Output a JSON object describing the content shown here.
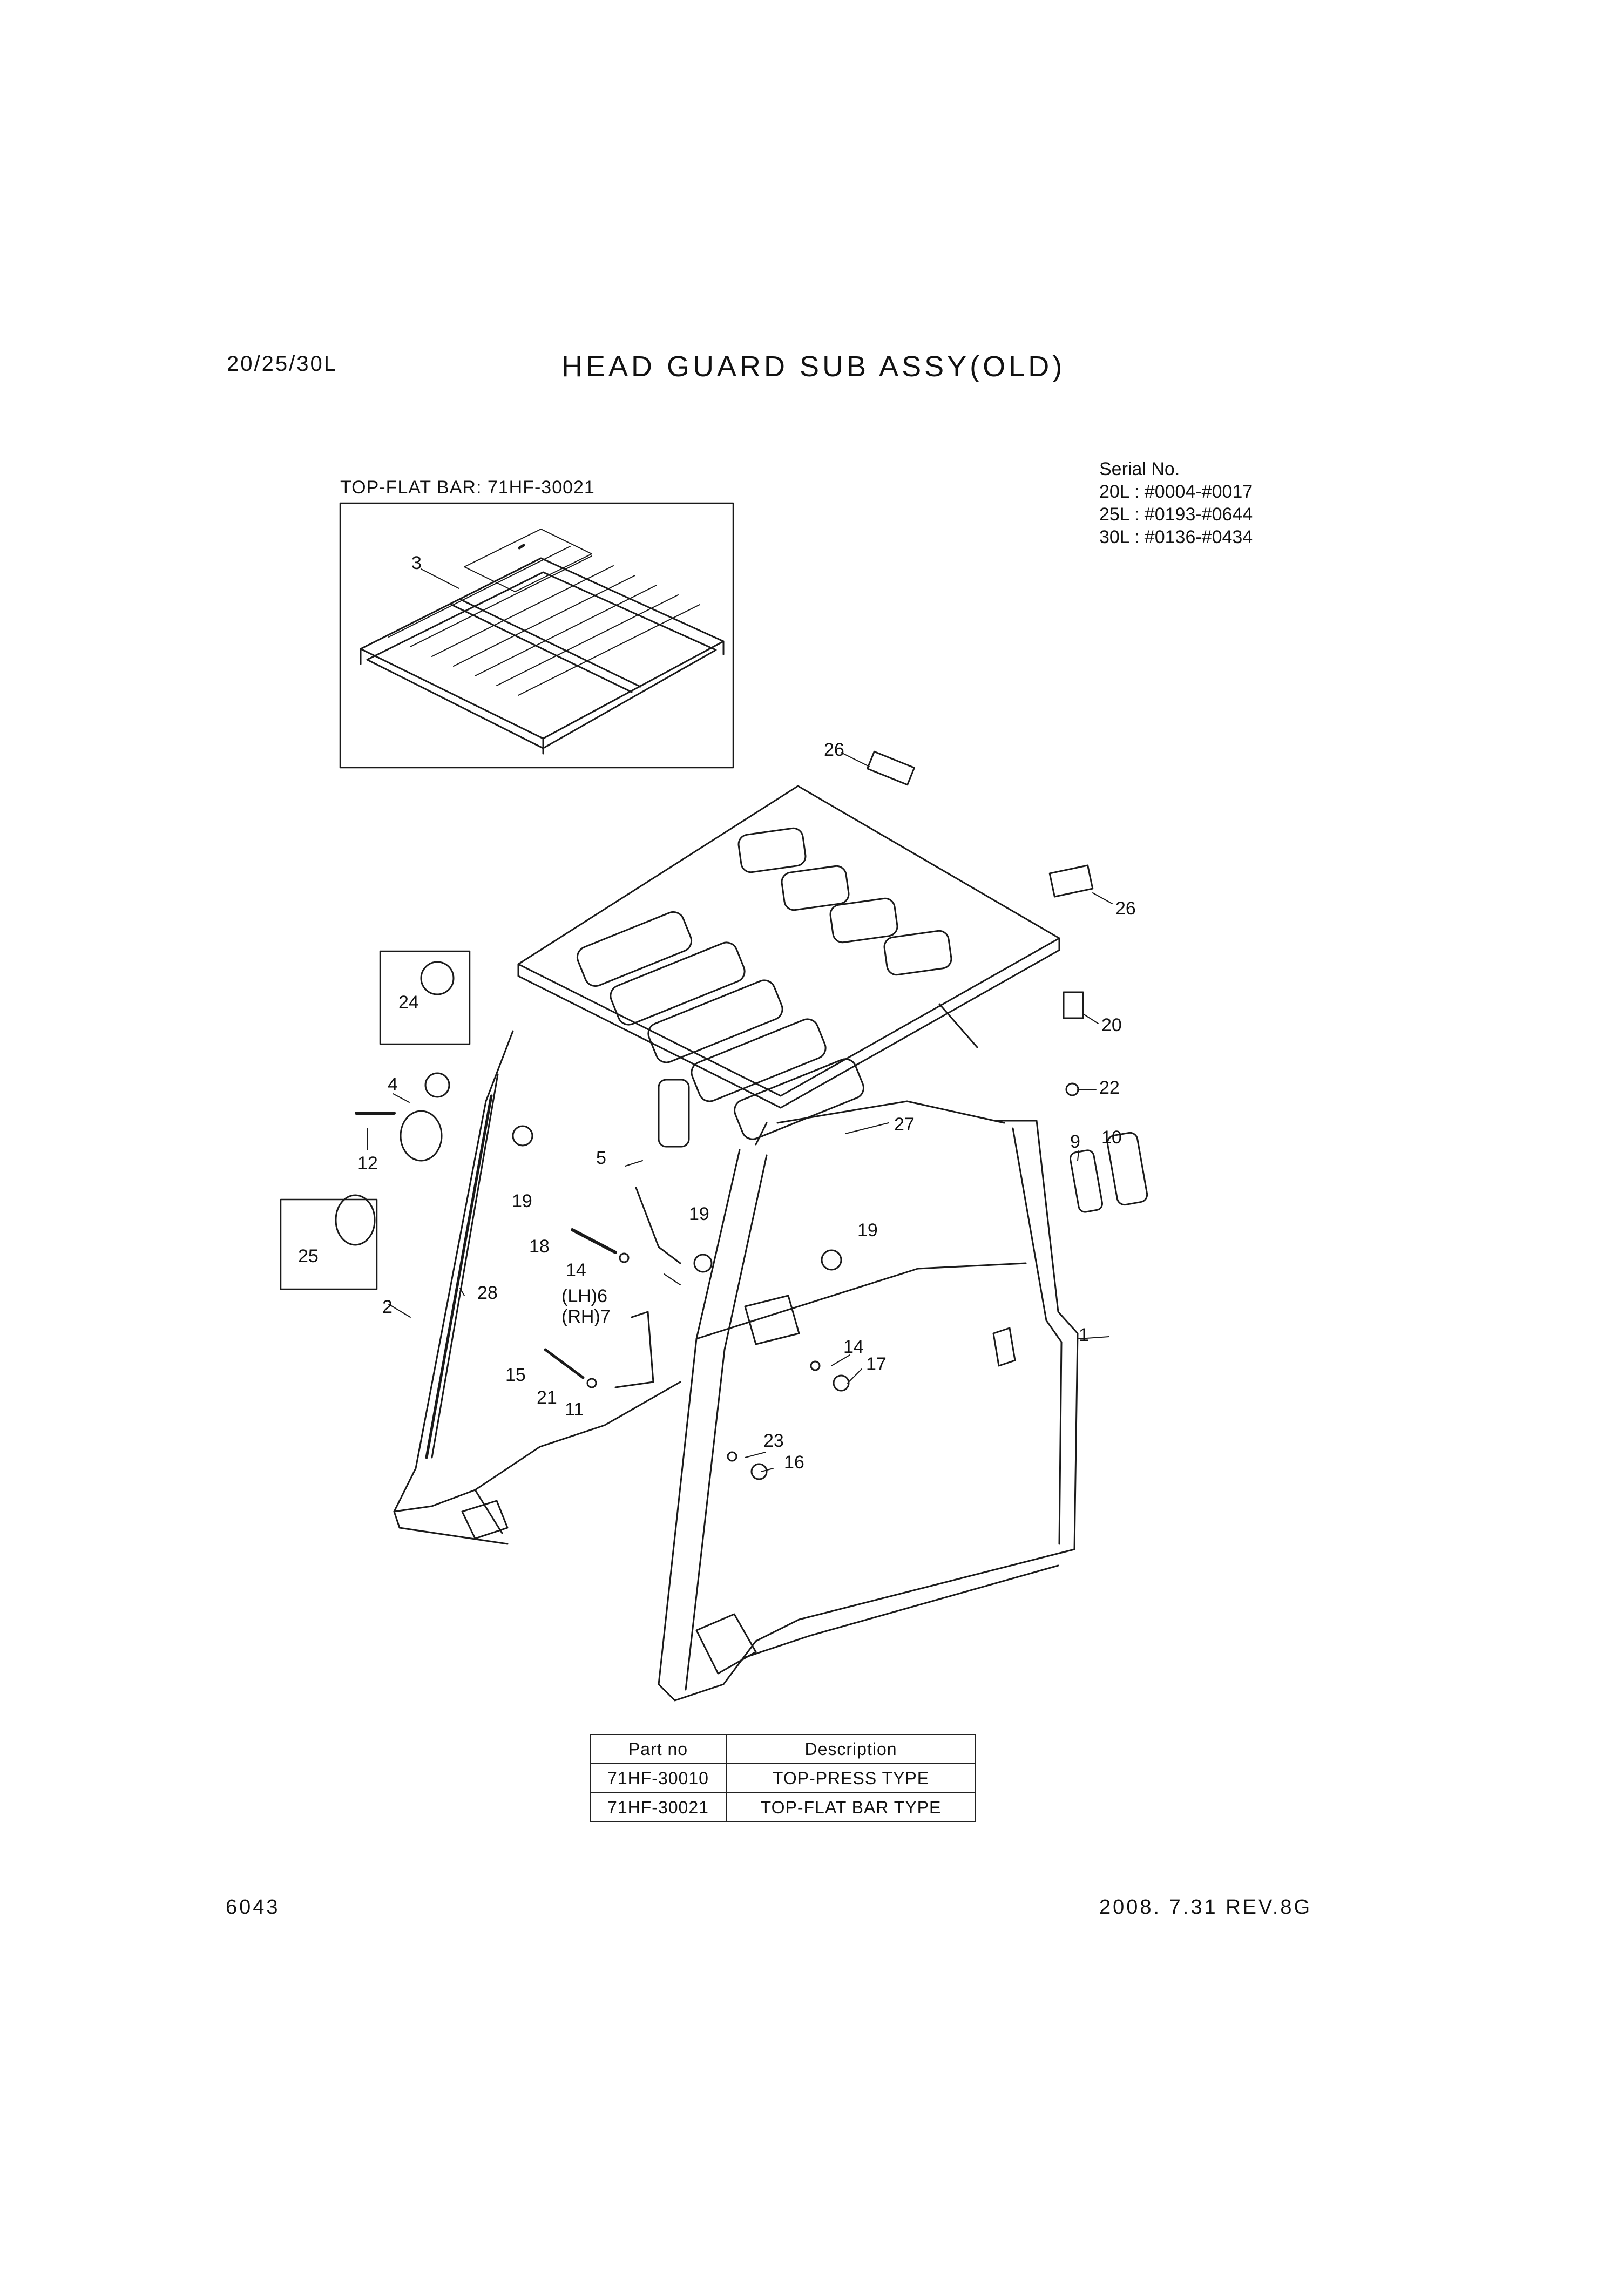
{
  "header": {
    "model": "20/25/30L",
    "title": "HEAD GUARD SUB ASSY(OLD)"
  },
  "serial_info": {
    "heading": "Serial No.",
    "lines": [
      "20L : #0004-#0017",
      "25L : #0193-#0644",
      "30L : #0136-#0434"
    ]
  },
  "inset": {
    "label": "TOP-FLAT BAR: 71HF-30021"
  },
  "callouts": {
    "c1": "1",
    "c2": "2",
    "c3": "3",
    "c4": "4",
    "c5": "5",
    "c6": "(LH)6",
    "c7": "(RH)7",
    "c9": "9",
    "c10": "10",
    "c11": "11",
    "c12": "12",
    "c14a": "14",
    "c14b": "14",
    "c15": "15",
    "c16": "16",
    "c17": "17",
    "c18": "18",
    "c19a": "19",
    "c19b": "19",
    "c19c": "19",
    "c20": "20",
    "c21": "21",
    "c22": "22",
    "c23": "23",
    "c24": "24",
    "c25": "25",
    "c26a": "26",
    "c26b": "26",
    "c27": "27",
    "c28": "28"
  },
  "parts_table": {
    "headers": [
      "Part no",
      "Description"
    ],
    "rows": [
      [
        "71HF-30010",
        "TOP-PRESS TYPE"
      ],
      [
        "71HF-30021",
        "TOP-FLAT BAR TYPE"
      ]
    ]
  },
  "footer": {
    "page": "6043",
    "date_rev": "2008. 7.31  REV.8G"
  }
}
